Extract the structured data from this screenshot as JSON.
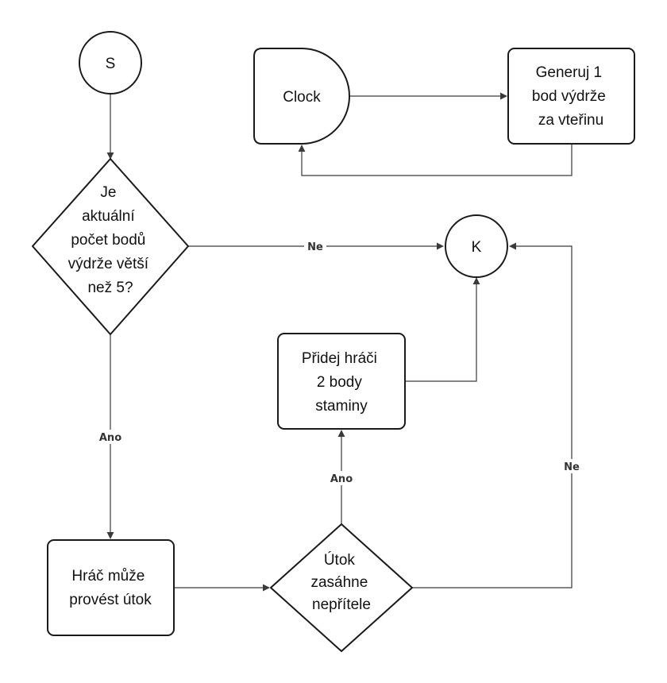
{
  "nodes": {
    "start": {
      "text": "S"
    },
    "end": {
      "text": "K"
    },
    "clock": {
      "text": "Clock"
    },
    "generate": {
      "lines": [
        "Generuj 1",
        "bod výdrže",
        "za vteřinu"
      ]
    },
    "check_stamina": {
      "lines": [
        "Je",
        "aktuální",
        "počet bodů",
        "výdrže větší",
        "než 5?"
      ]
    },
    "can_attack": {
      "lines": [
        "Hráč může",
        "provést útok"
      ]
    },
    "attack_hits": {
      "lines": [
        "Útok",
        "zasáhne",
        "nepřítele"
      ]
    },
    "add_stamina": {
      "lines": [
        "Přidej hráči",
        "2 body",
        "staminy"
      ]
    }
  },
  "edges": {
    "check_no": "Ne",
    "check_yes": "Ano",
    "hit_yes": "Ano",
    "hit_no": "Ne"
  }
}
